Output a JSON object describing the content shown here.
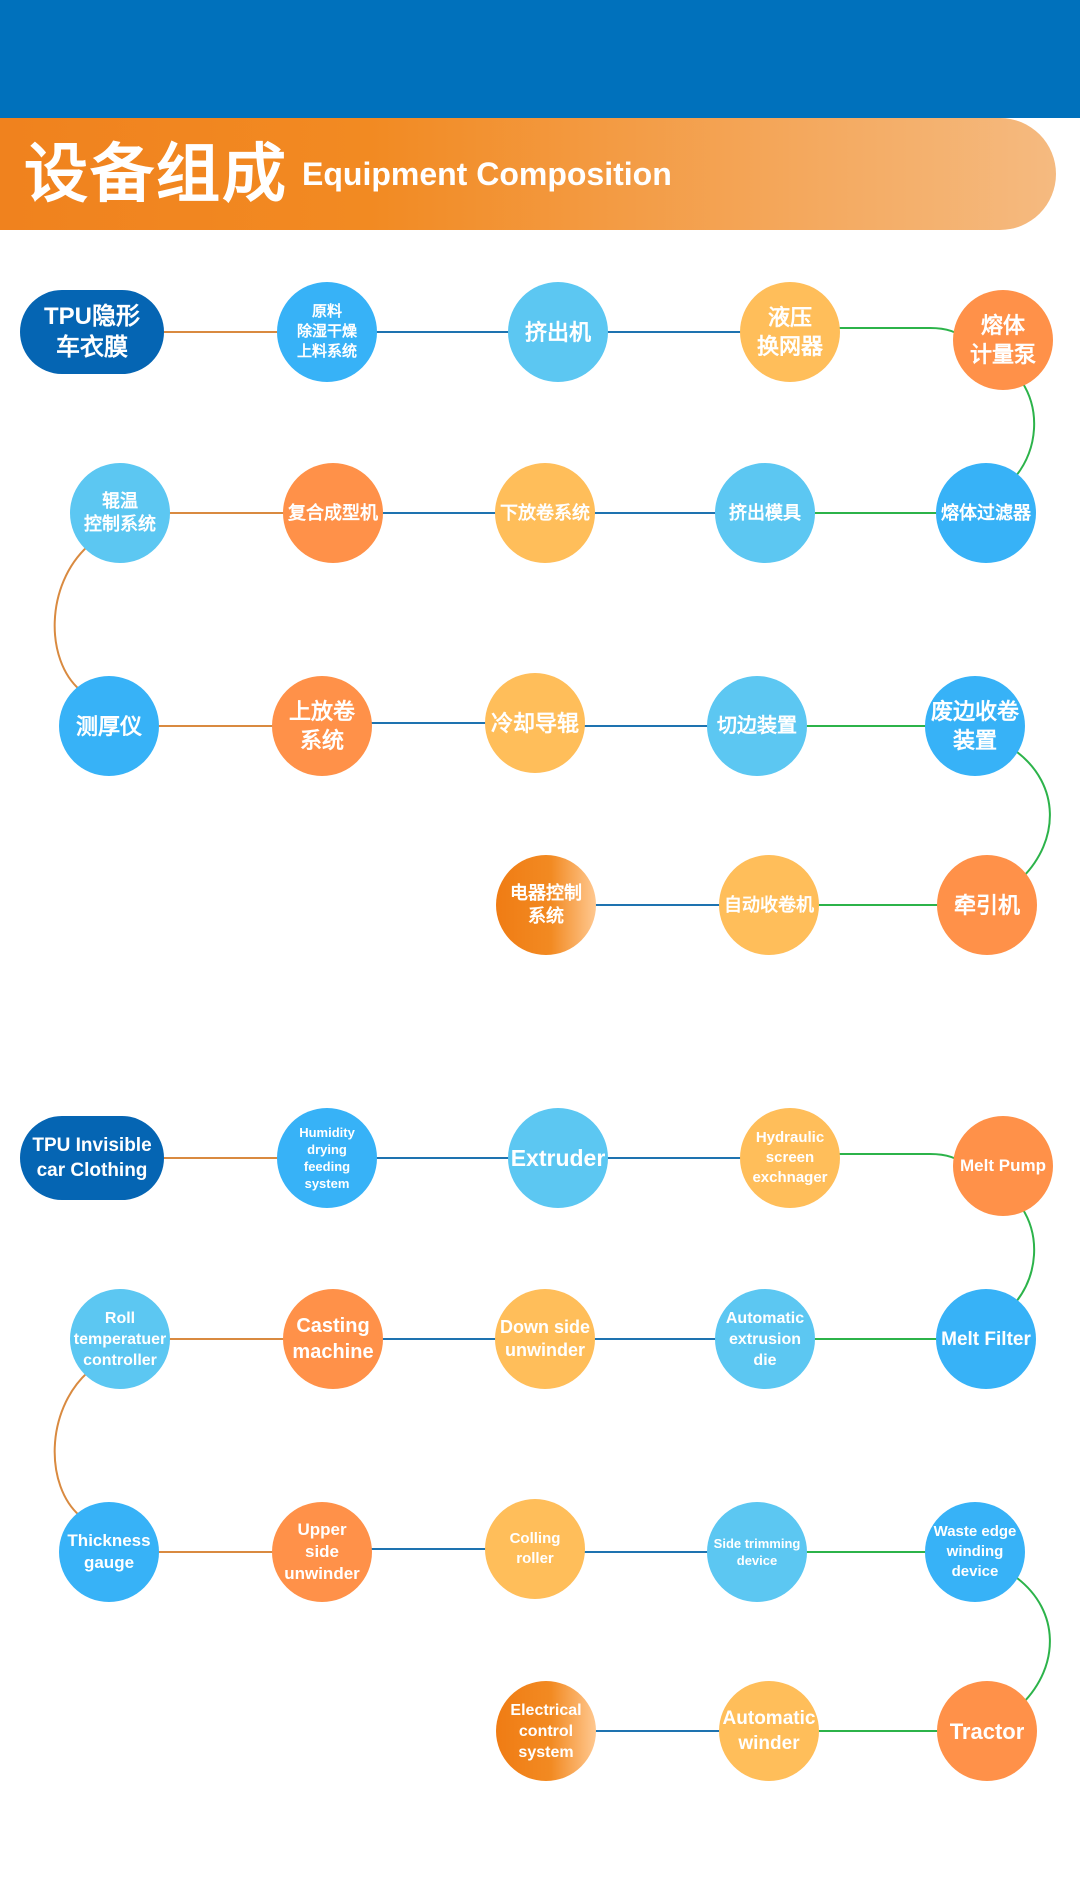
{
  "header": {
    "title_cn": "设备组成",
    "title_en": "Equipment Composition"
  },
  "colors": {
    "top_bar": "#0071bc",
    "navy": "#0565b3",
    "blue": "#37b2f7",
    "light_blue": "#5cc7f2",
    "orange": "#ff9149",
    "yellow": "#ffbe5a",
    "link_orange": "#d98a40",
    "link_blue": "#1e73b0",
    "link_green": "#2cb34a"
  },
  "diagram_cn": {
    "nodes": [
      {
        "id": "n1",
        "label": "TPU隐形\n车衣膜"
      },
      {
        "id": "n2",
        "label": "原料\n除湿干燥\n上料系统"
      },
      {
        "id": "n3",
        "label": "挤出机"
      },
      {
        "id": "n4",
        "label": "液压\n换网器"
      },
      {
        "id": "n5",
        "label": "熔体\n计量泵"
      },
      {
        "id": "n6",
        "label": "熔体过滤器"
      },
      {
        "id": "n7",
        "label": "挤出模具"
      },
      {
        "id": "n8",
        "label": "下放卷系统"
      },
      {
        "id": "n9",
        "label": "复合成型机"
      },
      {
        "id": "n10",
        "label": "辊温\n控制系统"
      },
      {
        "id": "n11",
        "label": "测厚仪"
      },
      {
        "id": "n12",
        "label": "上放卷\n系统"
      },
      {
        "id": "n13",
        "label": "冷却导辊"
      },
      {
        "id": "n14",
        "label": "切边装置"
      },
      {
        "id": "n15",
        "label": "废边收卷\n装置"
      },
      {
        "id": "n16",
        "label": "牵引机"
      },
      {
        "id": "n17",
        "label": "自动收卷机"
      },
      {
        "id": "n18",
        "label": "电器控制\n系统"
      }
    ]
  },
  "diagram_en": {
    "nodes": [
      {
        "id": "e1",
        "label": "TPU Invisible\ncar Clothing"
      },
      {
        "id": "e2",
        "label": "Humidity\ndrying\nfeeding system"
      },
      {
        "id": "e3",
        "label": "Extruder"
      },
      {
        "id": "e4",
        "label": "Hydraulic\nscreen\nexchnager"
      },
      {
        "id": "e5",
        "label": "Melt Pump"
      },
      {
        "id": "e6",
        "label": "Melt Filter"
      },
      {
        "id": "e7",
        "label": "Automatic\nextrusion\ndie"
      },
      {
        "id": "e8",
        "label": "Down side\nunwinder"
      },
      {
        "id": "e9",
        "label": "Casting\nmachine"
      },
      {
        "id": "e10",
        "label": "Roll\ntemperatuer\ncontroller"
      },
      {
        "id": "e11",
        "label": "Thickness\ngauge"
      },
      {
        "id": "e12",
        "label": "Upper\nside\nunwinder"
      },
      {
        "id": "e13",
        "label": "Colling roller"
      },
      {
        "id": "e14",
        "label": "Side trimming\ndevice"
      },
      {
        "id": "e15",
        "label": "Waste edge\nwinding\ndevice"
      },
      {
        "id": "e16",
        "label": "Tractor"
      },
      {
        "id": "e17",
        "label": "Automatic\nwinder"
      },
      {
        "id": "e18",
        "label": "Electrical\ncontrol\nsystem"
      }
    ]
  }
}
